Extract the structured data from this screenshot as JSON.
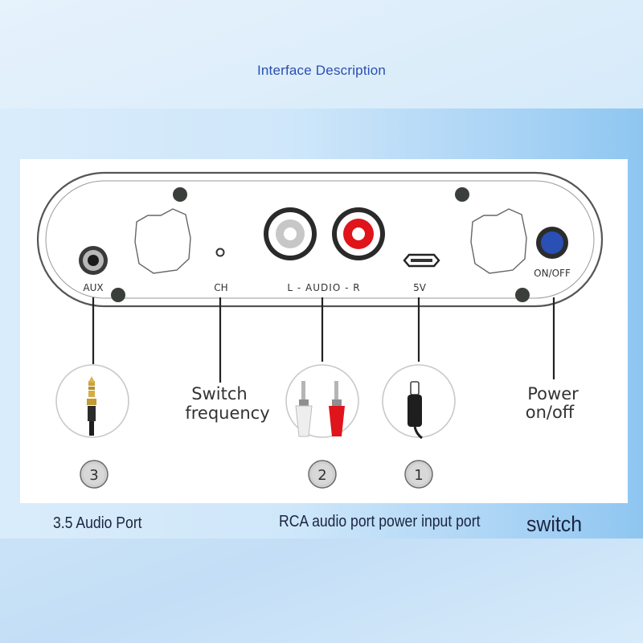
{
  "header": {
    "title": "Interface Description"
  },
  "device": {
    "port_labels": {
      "aux": "AUX",
      "ch": "CH",
      "audio": "L - AUDIO - R",
      "usb": "5V",
      "power": "ON/OFF"
    }
  },
  "callouts": {
    "switch_frequency": [
      "Switch",
      "frequency"
    ],
    "power_onoff": [
      "Power",
      "on/off"
    ]
  },
  "badges": [
    "3",
    "2",
    "1"
  ],
  "captions": {
    "audio_port": "3.5 Audio Port",
    "rca_power": "RCA audio port power input port",
    "switch": "switch"
  },
  "colors": {
    "title": "#2a4fb0",
    "rca_red": "#e0141b",
    "power_button": "#2a4fb5",
    "caption": "#1b2540"
  }
}
